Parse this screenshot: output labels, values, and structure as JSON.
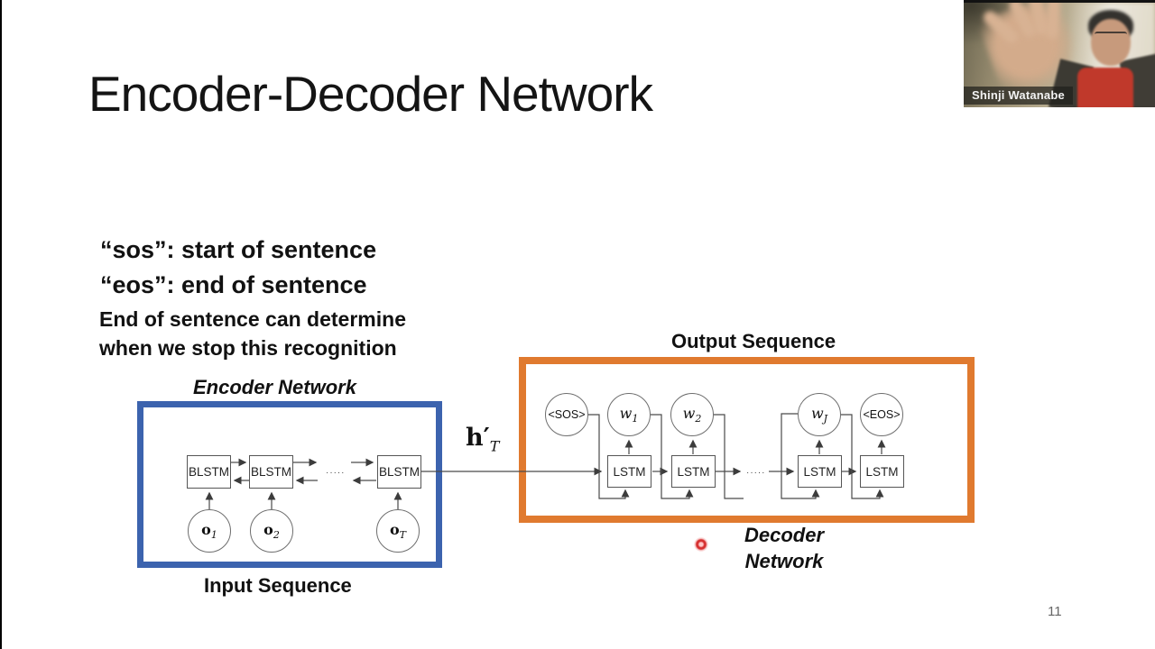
{
  "slide": {
    "title": "Encoder-Decoder Network",
    "page_number": "11",
    "notes": {
      "line1": "“sos”: start of sentence",
      "line2": "“eos”: end of sentence",
      "line3": "End of sentence can determine",
      "line4": "when we stop this recognition"
    },
    "encoder": {
      "label": "Encoder Network",
      "caption": "Input Sequence",
      "box_color": "#3c63ae",
      "blstm": [
        "BLSTM",
        "BLSTM",
        "BLSTM"
      ],
      "inputs": [
        {
          "base": "o",
          "sub": "1"
        },
        {
          "base": "o",
          "sub": "2"
        },
        {
          "base": "o",
          "sub": "T"
        }
      ],
      "dots": "....."
    },
    "hidden_label": {
      "base": "h",
      "prime": "′",
      "sub": "T"
    },
    "decoder": {
      "caption": "Output Sequence",
      "label_line1": "Decoder",
      "label_line2": "Network",
      "box_color": "#e07a2f",
      "lstm": [
        "LSTM",
        "LSTM",
        "LSTM",
        "LSTM"
      ],
      "outputs": [
        {
          "base": "<SOS>",
          "sub": ""
        },
        {
          "base": "w",
          "sub": "1"
        },
        {
          "base": "w",
          "sub": "2"
        },
        {
          "base": "w",
          "sub": "J"
        },
        {
          "base": "<EOS>",
          "sub": ""
        }
      ],
      "dots": "....."
    },
    "laser_color": "#d62f2f"
  },
  "webcam": {
    "name": "Shinji Watanabe"
  }
}
